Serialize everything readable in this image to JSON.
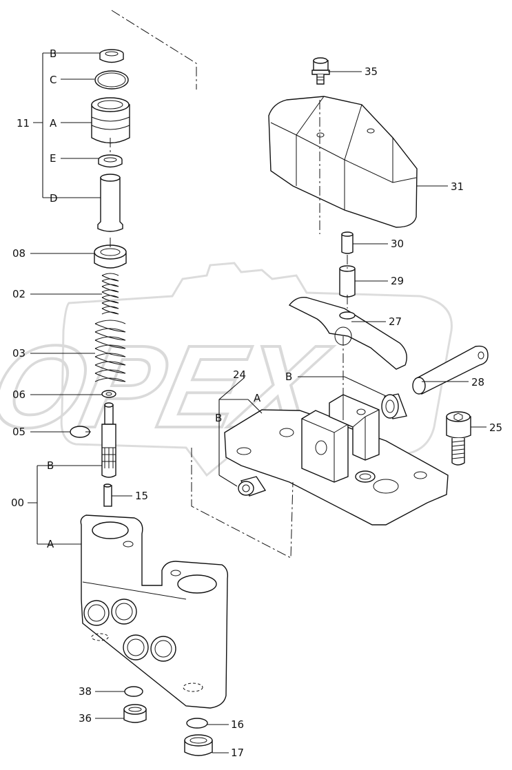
{
  "watermark": {
    "text": "OPEX"
  },
  "labels": {
    "l11": "11",
    "l11B": "B",
    "l11C": "C",
    "l11A": "A",
    "l11E": "E",
    "l11D": "D",
    "l08": "08",
    "l02": "02",
    "l03": "03",
    "l06": "06",
    "l05": "05",
    "l00": "00",
    "l00B": "B",
    "l00A": "A",
    "l15": "15",
    "l38": "38",
    "l36": "36",
    "l16": "16",
    "l17": "17",
    "l35": "35",
    "l31": "31",
    "l30": "30",
    "l29": "29",
    "l27": "27",
    "l24": "24",
    "l24B": "B",
    "l24A": "A",
    "l24B2": "B",
    "l28": "28",
    "l25": "25"
  }
}
